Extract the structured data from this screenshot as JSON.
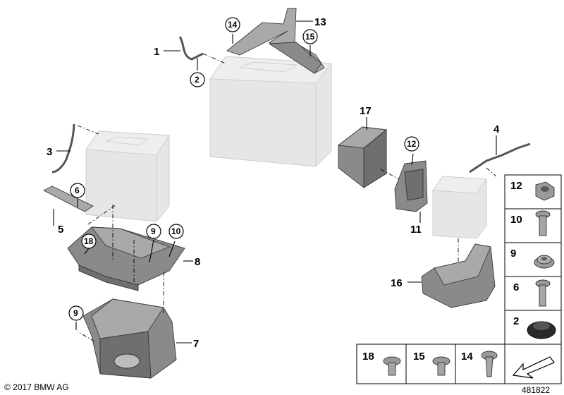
{
  "labels": {
    "p1": "1",
    "p2": "2",
    "p3": "3",
    "p4": "4",
    "p5": "5",
    "p6": "6",
    "p7": "7",
    "p8": "8",
    "p9a": "9",
    "p9b": "9",
    "p10": "10",
    "p11": "11",
    "p12": "12",
    "p13": "13",
    "p14": "14",
    "p15": "15",
    "p16": "16",
    "p17": "17",
    "p18": "18"
  },
  "parts_side": [
    "12",
    "10",
    "9",
    "6",
    "2"
  ],
  "parts_bottom": [
    "18",
    "15",
    "14"
  ],
  "footer": {
    "copyright": "© 2017 BMW AG",
    "diagram_number": "481822"
  }
}
